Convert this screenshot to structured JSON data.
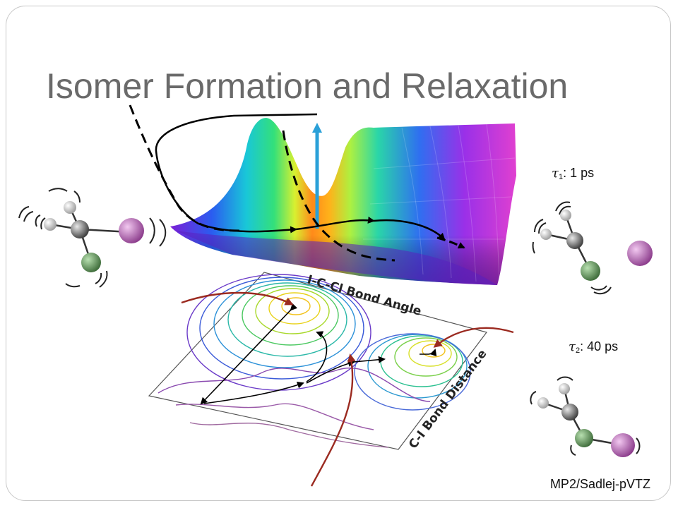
{
  "title": "Isomer Formation and Relaxation",
  "contour_map": {
    "axis_angle_label": "I-C-Cl Bond Angle",
    "axis_distance_label": "C-I Bond Distance"
  },
  "timescales": [
    {
      "symbol": "τ",
      "subscript": "1",
      "value": ": 1 ps"
    },
    {
      "symbol": "τ",
      "subscript": "2",
      "value": ": 40 ps"
    }
  ],
  "method_label": "MP2/Sadlej-pVTZ",
  "colors": {
    "title": "#6a6a6a",
    "chlorine_atom": "#5a8a55",
    "iodine_atom": "#b060b0",
    "carbon_atom": "#555555",
    "hydrogen_atom": "#bbbbbb",
    "excitation_arrow": "#2aa0d8",
    "red_trajectory": "#9b2a20"
  }
}
